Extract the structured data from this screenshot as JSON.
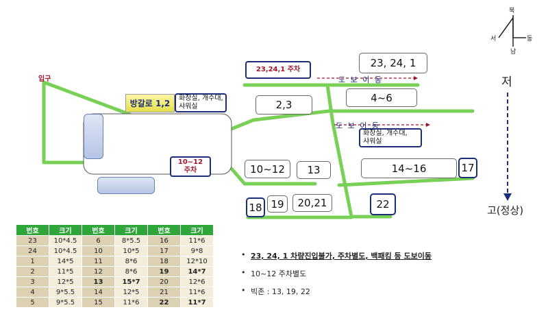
{
  "compass": {
    "north": "북",
    "south": "남",
    "east": "동",
    "west": "서"
  },
  "elevation": {
    "low": "저",
    "high": "고(정상)"
  },
  "entrance": "입구",
  "sites": {
    "s23_24_1": "23, 24, 1",
    "s4_6": "4~6",
    "s2_3": "2,3",
    "s10_12": "10~12",
    "s13": "13",
    "s14_16": "14~16",
    "s17": "17",
    "s18": "18",
    "s19": "19",
    "s20_21": "20,21",
    "s22": "22"
  },
  "notes_on_map": {
    "parking_23": "23,24,1 주차",
    "parking_10_12_a": "10~12",
    "parking_10_12_b": "주차",
    "bangalro": "방갈로 1,2",
    "facility1_a": "화장실, 개수대,",
    "facility1_b": "샤워실",
    "facility2_a": "화장실, 개수대,",
    "facility2_b": "샤워실",
    "walk_1": "도 보 이 동",
    "walk_2": "도 보 이 동"
  },
  "size_table": {
    "headers": [
      "번호",
      "크기",
      "번호",
      "크기",
      "번호",
      "크기"
    ],
    "rows": [
      [
        "23",
        "10*4.5",
        "6",
        "8*5.5",
        "16",
        "11*6"
      ],
      [
        "24",
        "10*4.5",
        "10",
        "10*5",
        "17",
        "9*8"
      ],
      [
        "1",
        "14*5",
        "11",
        "8*6",
        "18",
        "12*10"
      ],
      [
        "2",
        "11*5",
        "12",
        "8*6",
        "19",
        "14*7"
      ],
      [
        "3",
        "12*5",
        "13",
        "15*7",
        "20",
        "12*6"
      ],
      [
        "4",
        "9*5.5",
        "14",
        "12*5",
        "21",
        "11*6"
      ],
      [
        "5",
        "9*5.5",
        "15",
        "11*6",
        "22",
        "11*7"
      ]
    ]
  },
  "bullets": [
    "23, 24, 1 차량진입불가, 주차별도, 백패킹 등 도보이동",
    "10~12 주차별도",
    "빅존 : 13, 19, 22"
  ],
  "colors": {
    "road": "#79d057",
    "accent": "#1c2d78",
    "note_text": "#a4122a",
    "header": "#2ea63a"
  }
}
